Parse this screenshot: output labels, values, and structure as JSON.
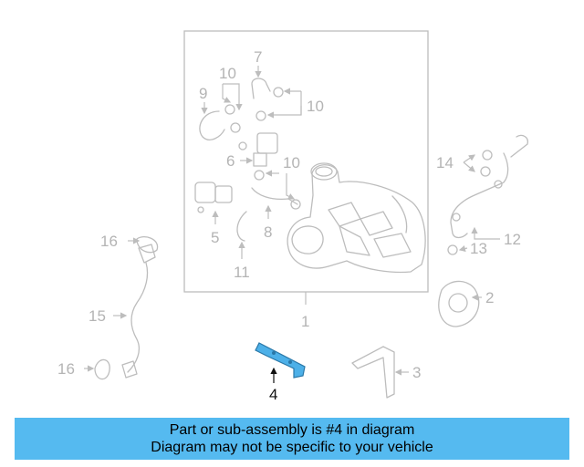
{
  "diagram": {
    "callouts": {
      "c1": "1",
      "c2": "2",
      "c3": "3",
      "c4": "4",
      "c5": "5",
      "c6": "6",
      "c7": "7",
      "c8": "8",
      "c9": "9",
      "c10a": "10",
      "c10b": "10",
      "c10c": "10",
      "c11": "11",
      "c12": "12",
      "c13": "13",
      "c14": "14",
      "c15": "15",
      "c16a": "16",
      "c16b": "16"
    },
    "highlight_color": "#4db0e8"
  },
  "banner": {
    "line1": "Part or sub-assembly is #4 in diagram",
    "line2": "Diagram may not be specific to your vehicle",
    "background": "#55baf0"
  }
}
